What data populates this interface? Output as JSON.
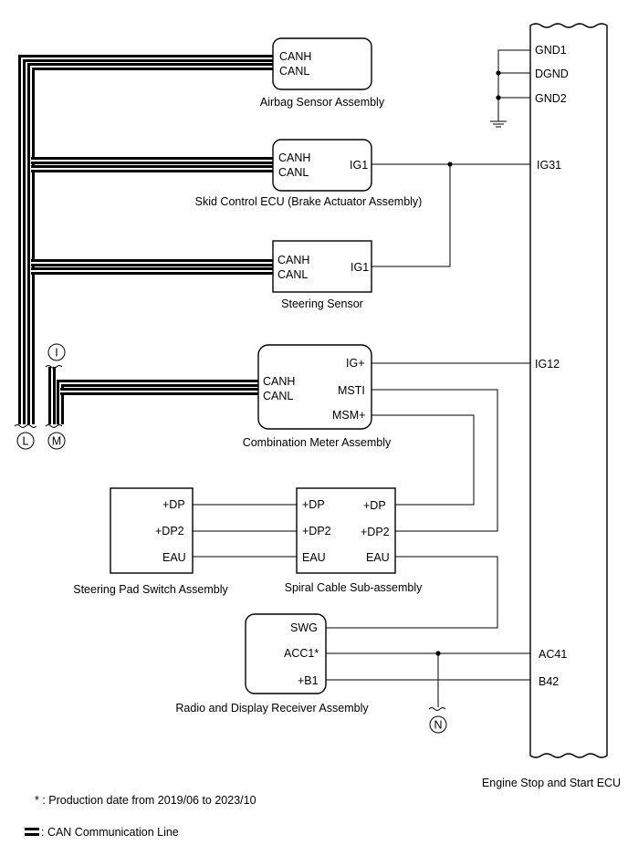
{
  "components": {
    "airbag": {
      "canh": "CANH",
      "canl": "CANL",
      "name": "Airbag Sensor Assembly"
    },
    "skid": {
      "canh": "CANH",
      "canl": "CANL",
      "ig1": "IG1",
      "name": "Skid Control ECU (Brake Actuator Assembly)"
    },
    "steering_sensor": {
      "canh": "CANH",
      "canl": "CANL",
      "ig1": "IG1",
      "name": "Steering Sensor"
    },
    "meter": {
      "canh": "CANH",
      "canl": "CANL",
      "igp": "IG+",
      "msti": "MSTI",
      "msmp": "MSM+",
      "name": "Combination Meter Assembly"
    },
    "pad_switch": {
      "dp": "+DP",
      "dp2": "+DP2",
      "eau": "EAU",
      "name": "Steering Pad Switch Assembly"
    },
    "spiral": {
      "dp_l": "+DP",
      "dp2_l": "+DP2",
      "eau_l": "EAU",
      "dp_r": "+DP",
      "dp2_r": "+DP2",
      "eau_r": "EAU",
      "name": "Spiral Cable Sub-assembly"
    },
    "radio": {
      "swg": "SWG",
      "acc1": "ACC1*",
      "b1": "+B1",
      "name": "Radio and Display Receiver Assembly"
    },
    "ecu": {
      "gnd1": "GND1",
      "dgnd": "DGND",
      "gnd2": "GND2",
      "ig31": "IG31",
      "ig12": "IG12",
      "ac41": "AC41",
      "b42": "B42",
      "name": "Engine Stop and Start ECU"
    }
  },
  "connectors": {
    "i": "I",
    "l": "L",
    "m": "M",
    "n": "N"
  },
  "notes": {
    "footnote": "* : Production date from 2019/06 to 2023/10",
    "legend": ": CAN Communication Line"
  }
}
